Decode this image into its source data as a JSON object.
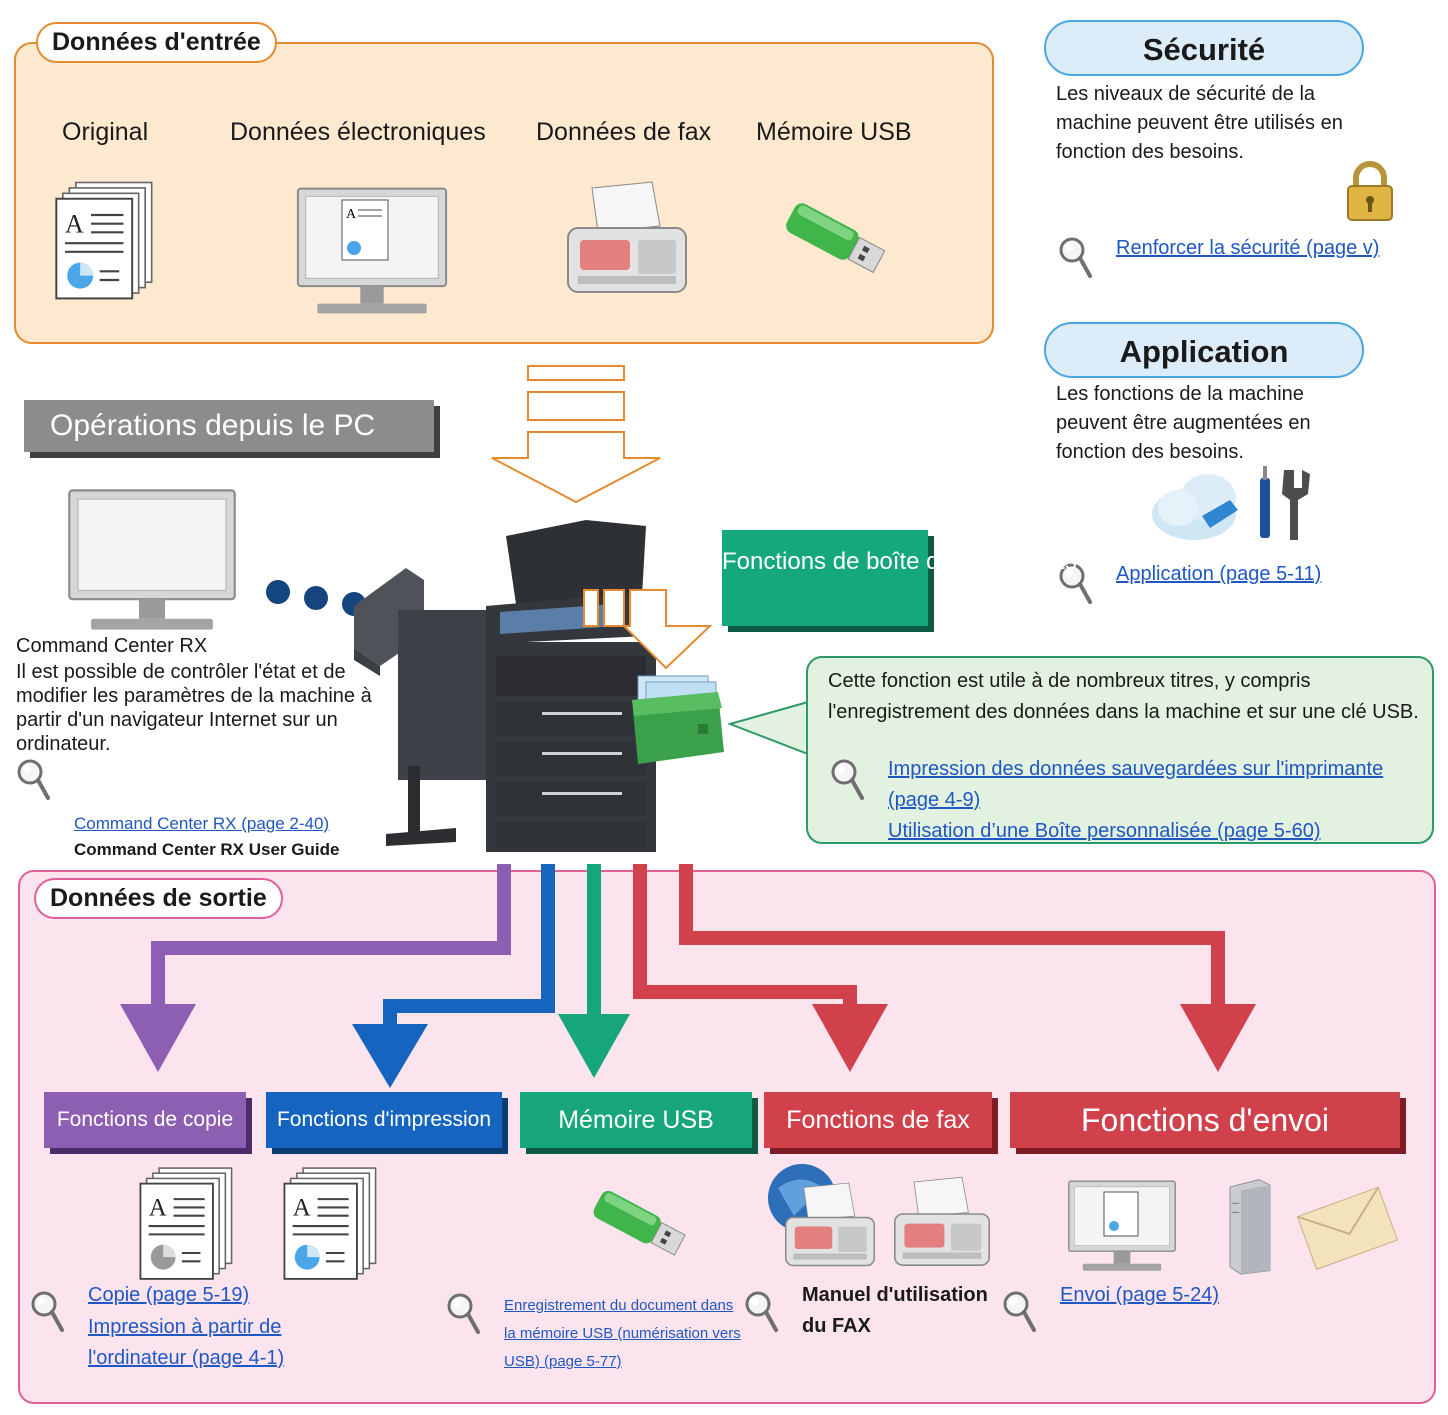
{
  "input": {
    "title": "Données d'entrée",
    "items": [
      "Original",
      "Données électroniques",
      "Données de fax",
      "Mémoire USB"
    ]
  },
  "security": {
    "title": "Sécurité",
    "text": "Les niveaux de sécurité de la machine peuvent être utilisés en fonction des besoins.",
    "link": "Renforcer la sécurité (page v)"
  },
  "application": {
    "title": "Application",
    "text": "Les fonctions de la machine peuvent être augmentées en fonction des besoins.",
    "link": "Application (page 5-11)"
  },
  "pc": {
    "banner": "Opérations depuis le PC",
    "name": "Command Center RX",
    "description": "Il est possible de contrôler l'état et de modifier les paramètres de la machine à partir d'un navigateur Internet sur un ordinateur.",
    "link": "Command Center RX (page 2-40)",
    "guide": "Command Center RX User Guide"
  },
  "document_box": {
    "label": "Fonctions de boîte de documents",
    "callout": "Cette fonction est utile à de nombreux titres, y compris l'enregistrement des données dans la machine et sur une clé USB.",
    "link1": "Impression des données sauvegardées sur l'imprimante (page 4-9)",
    "link2": "Utilisation d’une Boîte personnalisée (page 5-60)"
  },
  "output": {
    "title": "Données de sortie",
    "copy": "Fonctions de copie",
    "print": "Fonctions d'impression",
    "usb": "Mémoire USB",
    "fax": "Fonctions de fax",
    "send": "Fonctions d'envoi",
    "copy_link": "Copie (page 5-19)",
    "print_link": "Impression à partir de l'ordinateur (page 4-1)",
    "usb_link": "Enregistrement du document dans la mémoire USB (numérisation vers USB) (page 5-77)",
    "fax_manual": "Manuel d'utilisation du FAX",
    "send_link": "Envoi (page 5-24)"
  },
  "colors": {
    "input_orange": "#e58a2e",
    "arrow_purple": "#8d5fb3",
    "arrow_blue": "#1565c0",
    "arrow_green": "#17a57a",
    "arrow_red": "#d0414c",
    "link_blue": "#1f57c3"
  }
}
